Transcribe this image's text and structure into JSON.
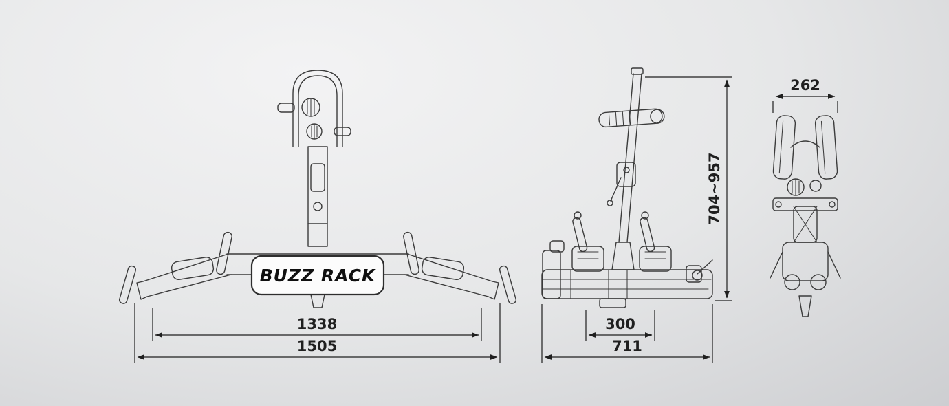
{
  "brand": {
    "label": "BUZZ RACK"
  },
  "dimensions": {
    "front_inner_width": "1338",
    "front_overall_width": "1505",
    "side_tray_spacing": "300",
    "side_overall_length": "711",
    "height_range": "704~957",
    "top_overall_width": "262"
  },
  "colors": {
    "line": "#3b3b3b",
    "dimension": "#1f1f1f",
    "background_light": "#f3f3f4",
    "background_dark": "#cdced1",
    "plate_fill": "#fcfcfc"
  }
}
